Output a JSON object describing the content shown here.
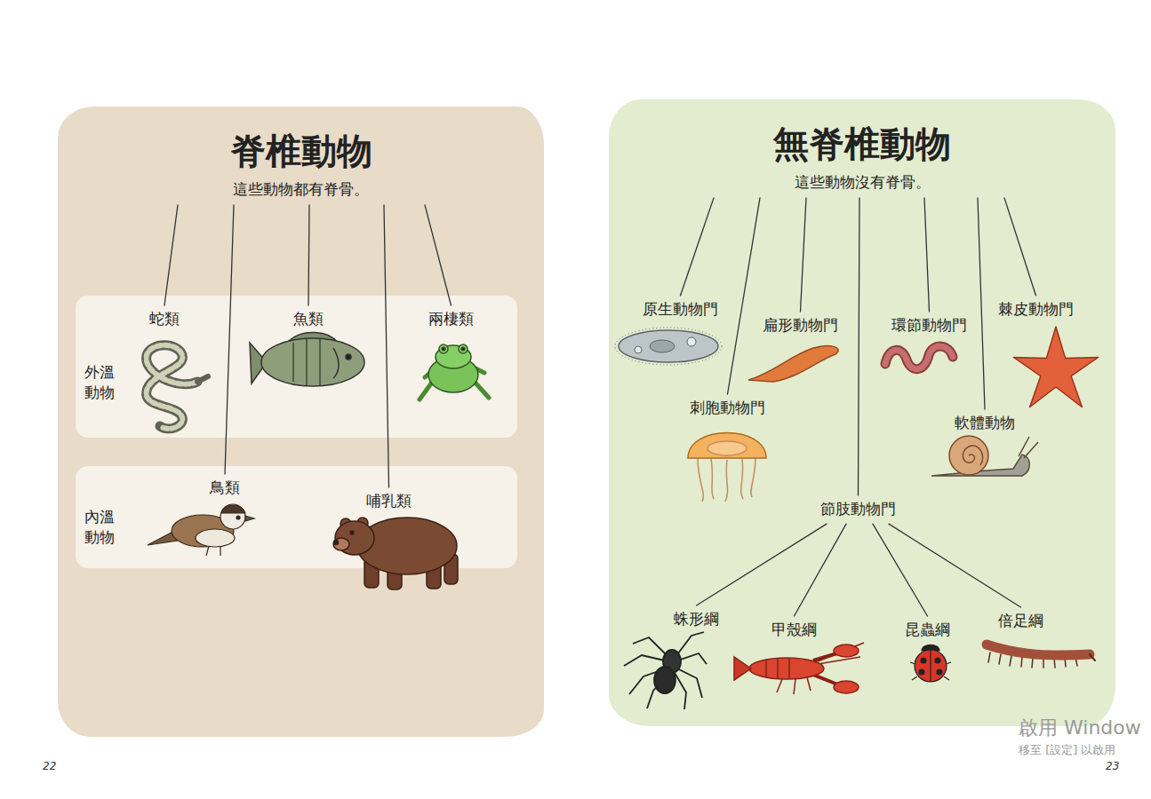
{
  "diagram": {
    "nodes": [
      {
        "text": [
          "脊椎動物",
          "這些動物都有脊骨。"
        ]
      },
      {
        "text": [
          "外溫動物"
        ],
        "in": 0
      },
      {
        "text": [
          "蛇類"
        ],
        "in": 1
      },
      {
        "text": [
          "魚類"
        ],
        "in": 1
      },
      {
        "text": [
          "兩棲類"
        ],
        "in": 1
      },
      {
        "text": [
          "內溫動物"
        ],
        "in": 0
      },
      {
        "text": [
          "鳥類"
        ],
        "in": 5
      },
      {
        "text": [
          "哺乳類"
        ],
        "in": 5
      },
      {
        "text": [
          "無脊椎動物",
          "這些動物沒有脊骨。"
        ]
      },
      {
        "text": [
          "原生動物門"
        ],
        "in": 8
      },
      {
        "text": [
          "扁形動物門"
        ],
        "in": 8
      },
      {
        "text": [
          "環節動物門"
        ],
        "in": 8
      },
      {
        "text": [
          "棘皮動物門"
        ],
        "in": 8
      },
      {
        "text": [
          "刺胞動物門"
        ],
        "in": 8
      },
      {
        "text": [
          "軟體動物"
        ],
        "in": 8
      },
      {
        "text": [
          "節肢動物門"
        ],
        "in": 8
      },
      {
        "text": [
          "蛛形綱"
        ],
        "in": 8
      },
      {
        "text": [
          "甲殼綱"
        ],
        "in": 8
      },
      {
        "text": [
          "昆蟲綱"
        ],
        "in": 8
      },
      {
        "text": [
          "倍足綱"
        ],
        "in": 8
      }
    ],
    "edges": [
      {
        "from": 0,
        "to": 2,
        "arrow": "none"
      },
      {
        "from": 0,
        "to": 6,
        "arrow": "none"
      },
      {
        "from": 0,
        "to": 3,
        "arrow": "none"
      },
      {
        "from": 0,
        "to": 7,
        "arrow": "none"
      },
      {
        "from": 0,
        "to": 4,
        "arrow": "none"
      },
      {
        "from": 8,
        "to": 9,
        "arrow": "none"
      },
      {
        "from": 8,
        "to": 13,
        "arrow": "none"
      },
      {
        "from": 8,
        "to": 10,
        "arrow": "none"
      },
      {
        "from": 8,
        "to": 15,
        "arrow": "none"
      },
      {
        "from": 8,
        "to": 11,
        "arrow": "none"
      },
      {
        "from": 8,
        "to": 14,
        "arrow": "none"
      },
      {
        "from": 8,
        "to": 12,
        "arrow": "none"
      },
      {
        "from": 15,
        "to": 16,
        "arrow": "none"
      },
      {
        "from": 15,
        "to": 17,
        "arrow": "none"
      },
      {
        "from": 15,
        "to": 18,
        "arrow": "none"
      },
      {
        "from": 15,
        "to": 19,
        "arrow": "none"
      }
    ],
    "labels": [
      "22",
      "23",
      "啟用 Window",
      "移至 [設定] 以啟用"
    ]
  }
}
